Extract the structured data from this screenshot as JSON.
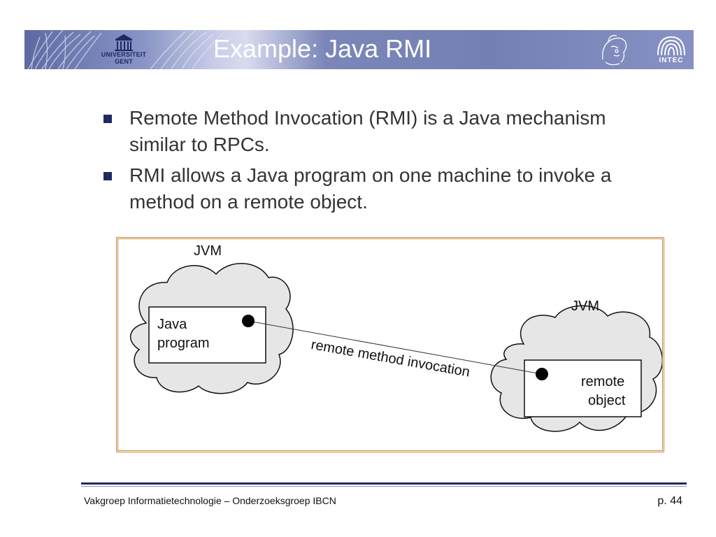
{
  "header": {
    "title": "Example: Java RMI",
    "logo_left": "UNIVERSITEIT GENT",
    "logo_right": "INTEC",
    "banner_color": "#7480b4"
  },
  "bullets": [
    "Remote Method Invocation (RMI) is a Java mechanism similar to RPCs.",
    "RMI allows a Java program on one machine to invoke a method on a remote object."
  ],
  "diagram": {
    "left_cloud_label": "JVM",
    "right_cloud_label": "JVM",
    "left_box_line1": "Java",
    "left_box_line2": "program",
    "right_box_line1": "remote",
    "right_box_line2": "object",
    "arrow_label": "remote method invocation",
    "frame_color": "#c78a3a",
    "cloud_color": "#e6e6e6"
  },
  "footer": {
    "left": "Vakgroep Informatietechnologie – Onderzoeksgroep IBCN",
    "page": "p. 44"
  }
}
